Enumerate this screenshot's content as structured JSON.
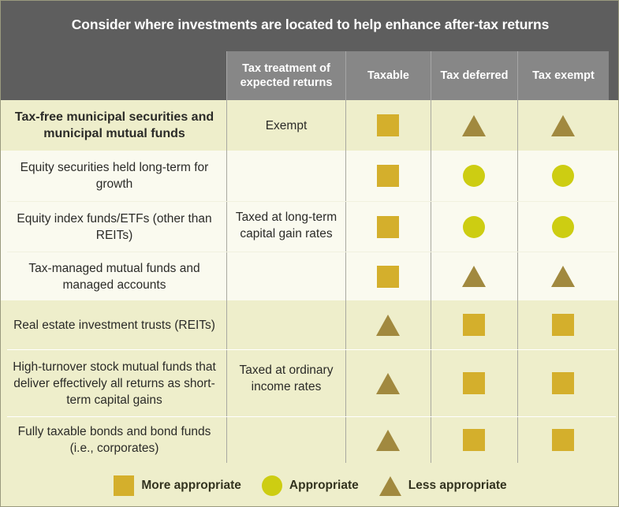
{
  "title": "Consider where investments are located to help enhance after-tax returns",
  "colors": {
    "title_bar": "#5e5e5e",
    "header_cell": "#878787",
    "band_tint": "#eeeecb",
    "band_light": "#fafaef",
    "more_appropriate": "#d4af2c",
    "appropriate": "#cdcd12",
    "less_appropriate": "#a1893f"
  },
  "columns": [
    {
      "key": "investment",
      "label": ""
    },
    {
      "key": "treatment",
      "label": "Tax treatment of expected returns"
    },
    {
      "key": "taxable",
      "label": "Taxable"
    },
    {
      "key": "deferred",
      "label": "Tax deferred"
    },
    {
      "key": "exempt",
      "label": "Tax exempt"
    }
  ],
  "groups": [
    {
      "treatment": "Exempt",
      "shade": "tint",
      "rows": [
        {
          "investment": "Tax-free municipal securities and municipal mutual funds",
          "bold": true,
          "taxable": "square",
          "deferred": "triangle",
          "exempt": "triangle"
        }
      ]
    },
    {
      "treatment": "Taxed at long-term capital gain rates",
      "shade": "light",
      "rows": [
        {
          "investment": "Equity securities held long-term for growth",
          "bold": false,
          "taxable": "square",
          "deferred": "circle",
          "exempt": "circle"
        },
        {
          "investment": "Equity index funds/ETFs (other than REITs)",
          "bold": false,
          "taxable": "square",
          "deferred": "circle",
          "exempt": "circle"
        },
        {
          "investment": "Tax-managed mutual funds and managed accounts",
          "bold": false,
          "taxable": "square",
          "deferred": "triangle",
          "exempt": "triangle"
        }
      ]
    },
    {
      "treatment": "Taxed at ordinary income rates",
      "shade": "tint",
      "rows": [
        {
          "investment": "Real estate investment trusts (REITs)",
          "bold": false,
          "taxable": "triangle",
          "deferred": "square",
          "exempt": "square"
        },
        {
          "investment": "High-turnover stock mutual funds that deliver effectively all returns as short-term capital gains",
          "bold": false,
          "taxable": "triangle",
          "deferred": "square",
          "exempt": "square"
        },
        {
          "investment": "Fully taxable bonds and bond funds (i.e., corporates)",
          "bold": false,
          "taxable": "triangle",
          "deferred": "square",
          "exempt": "square"
        }
      ]
    }
  ],
  "legend": [
    {
      "symbol": "square",
      "label": "More appropriate"
    },
    {
      "symbol": "circle",
      "label": "Appropriate"
    },
    {
      "symbol": "triangle",
      "label": "Less appropriate"
    }
  ]
}
